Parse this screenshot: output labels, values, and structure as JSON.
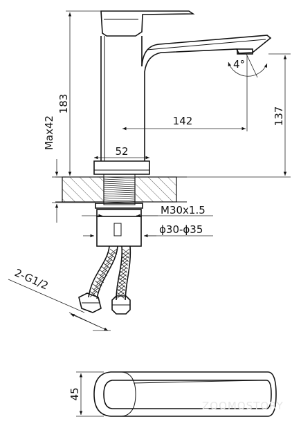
{
  "dimensions": {
    "height_total": "183",
    "max_deck": "Max42",
    "spout_reach": "142",
    "spout_height": "137",
    "base_width": "52",
    "thread": "M30x1.5",
    "hole_range": "ϕ30-ϕ35",
    "connection": "2-G1/2",
    "angle": "4°",
    "handle_width": "45"
  },
  "watermark": "ZOOMOSTORY"
}
